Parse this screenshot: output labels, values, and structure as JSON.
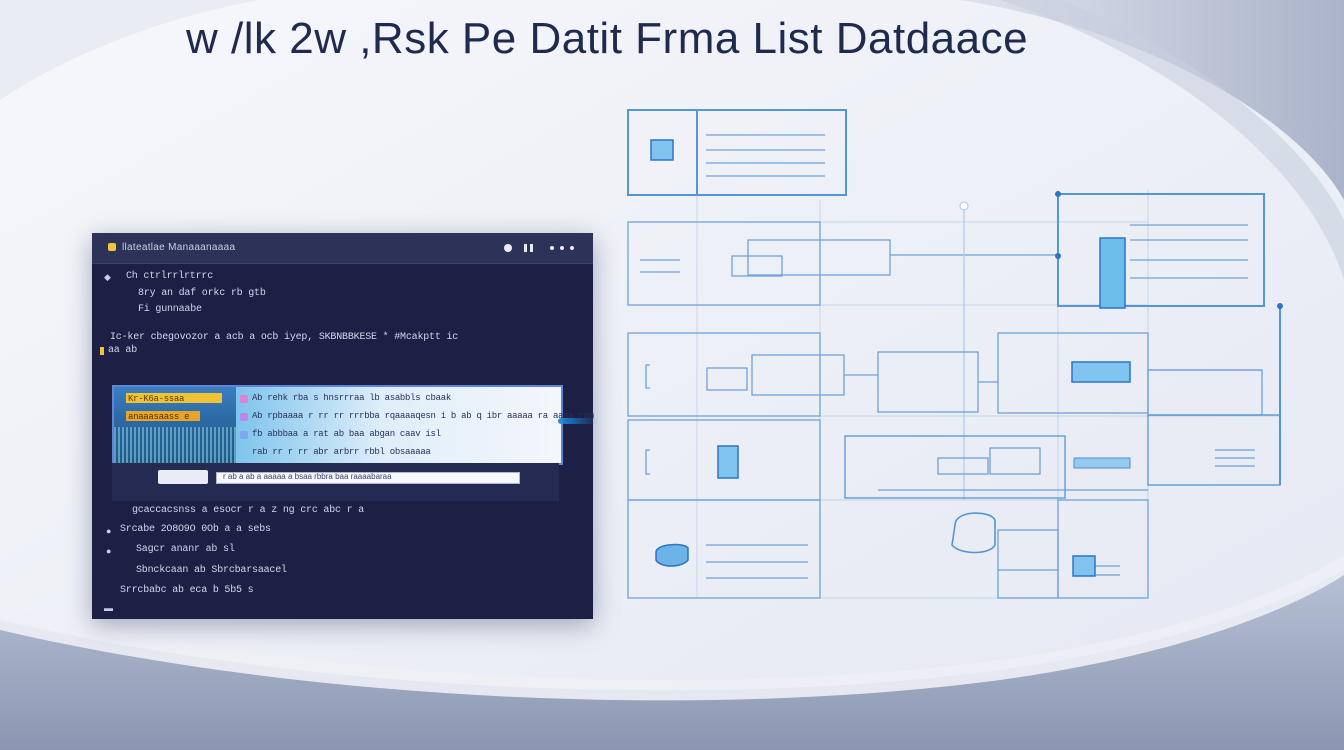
{
  "title": "w /lk 2w ,Rsk Pe Datit Frma List Datdaace",
  "window": {
    "title": "llateatlae Manaaanaaaa",
    "lines": [
      "Ch  ctrlrrlrtrrc",
      "8ry  an daf orkc rb gtb",
      "Fi  gunnaabe",
      "Ic-ker cbegovozor a acb a ocb iyep, SKBNBBKESE * #Mcakptt  ic",
      "aa  ab"
    ],
    "panel_lines": [
      "Ab rehk rba s hnsrrraa     lb asabbls cbaak",
      "Ab rpbaaaa r rr rr rrrbba rqaaaaqesn      i b ab  q  ibr  aaaaa ra aaaa rmm",
      "fb  abbbaa a rat ab baa abgan caav isl",
      "rab  rr r rr abr arbrr rbbl  obsaaaaa"
    ],
    "left_labels": [
      "Kr-K6a-ssaa",
      "anaaasaass e"
    ],
    "input_text": "r   ab  a  ab  a  aaaaa a bsaa rbbra baa raaaabaraa",
    "bottom_lines": [
      "  gcaccacsnss a  esocr r a  z ng crc abc r a",
      "Srcabe 2O8O9O 0Ob a a sebs",
      "Sagcr ananr ab sl",
      "Sbnckcaan ab Sbrcbarsaacel",
      "Srrcbabc ab eca b 5b5 s"
    ]
  },
  "colors": {
    "accent_blue": "#1e8ae0",
    "diagram_stroke": "#5a95d4",
    "window_bg": "#1b2044",
    "highlight_yellow": "#f2c33c"
  }
}
